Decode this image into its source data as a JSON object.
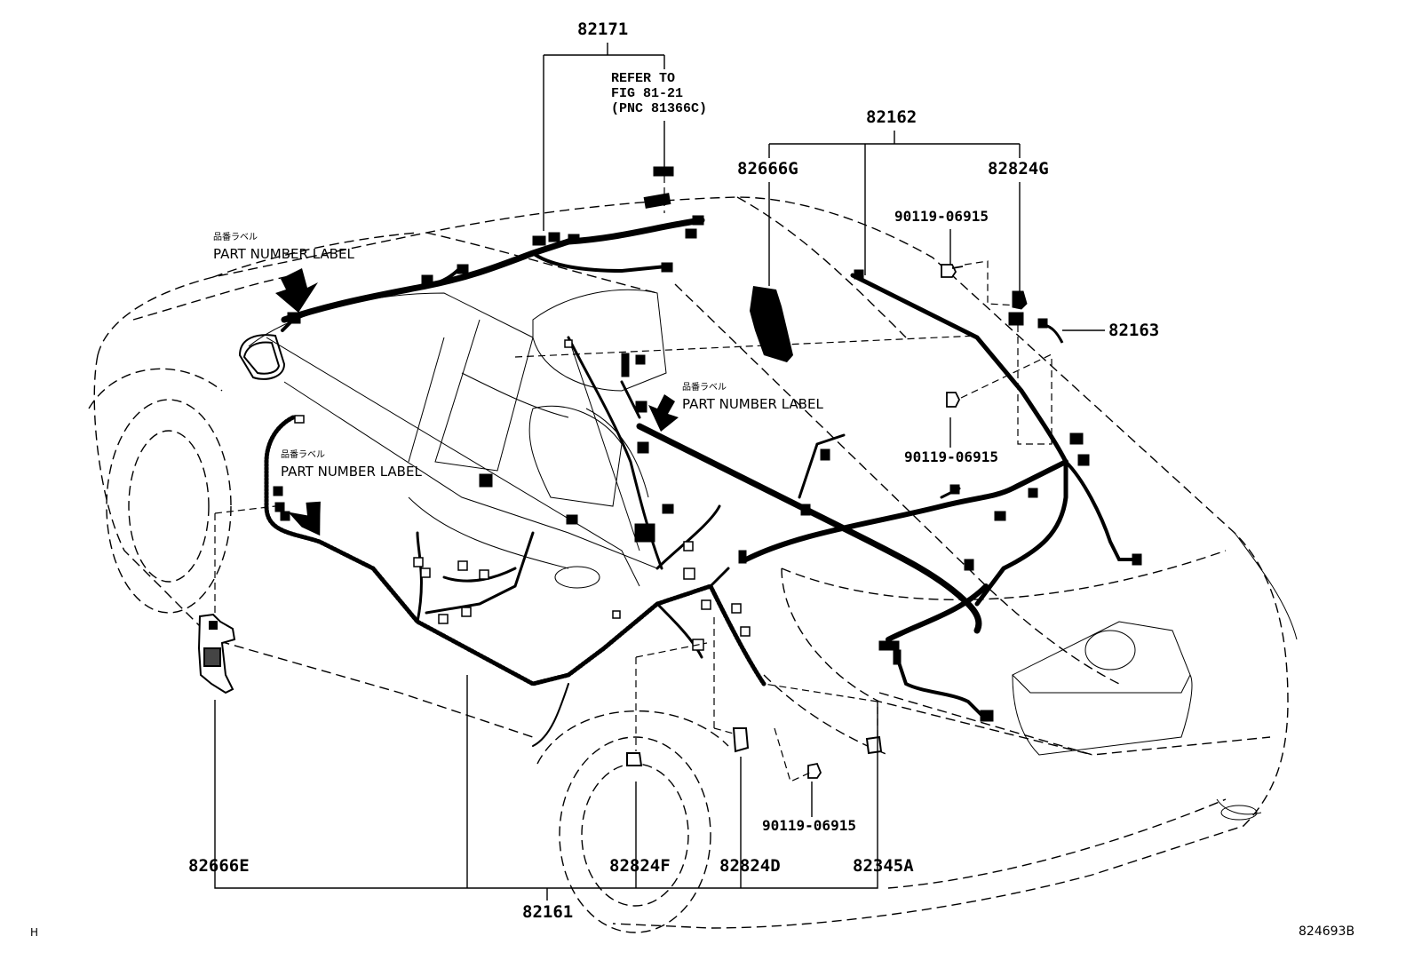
{
  "parts": {
    "p82171": "82171",
    "refer_note": "REFER TO\nFIG 81-21\n(PNC 81366C)",
    "p82162": "82162",
    "p82666G": "82666G",
    "p82824G": "82824G",
    "bolt_top": "90119-06915",
    "p82163": "82163",
    "bolt_mid": "90119-06915",
    "bolt_low": "90119-06915",
    "p82666E": "82666E",
    "p82824F": "82824F",
    "p82824D": "82824D",
    "p82345A": "82345A",
    "p82161": "82161"
  },
  "labels": {
    "jp_label": "品番ラベル",
    "part_number_label": "PART NUMBER LABEL"
  },
  "footer": {
    "left_mark": "H",
    "figure_code": "824693B"
  }
}
